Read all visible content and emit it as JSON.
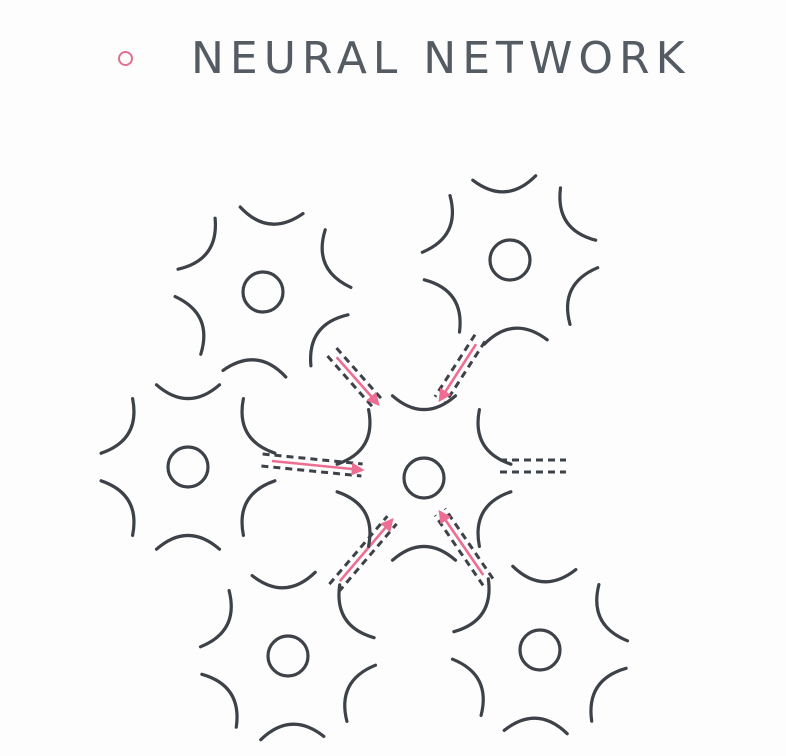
{
  "slide": {
    "title": "NEURAL NETWORK"
  },
  "colors": {
    "neuron_stroke": "#3d4248",
    "arrow": "#ee6d92",
    "bullet": "#e0708f",
    "title_text": "#555b62"
  },
  "diagram": {
    "neurons": [
      {
        "name": "neuron-top-left",
        "role": "input"
      },
      {
        "name": "neuron-top-right",
        "role": "input"
      },
      {
        "name": "neuron-middle-left",
        "role": "input"
      },
      {
        "name": "neuron-center",
        "role": "target"
      },
      {
        "name": "neuron-bottom-left",
        "role": "input"
      },
      {
        "name": "neuron-bottom-right",
        "role": "input"
      }
    ],
    "connections": [
      {
        "name": "connection-top-left",
        "from": "neuron-top-left",
        "to": "neuron-center"
      },
      {
        "name": "connection-top-right",
        "from": "neuron-top-right",
        "to": "neuron-center"
      },
      {
        "name": "connection-middle-left",
        "from": "neuron-middle-left",
        "to": "neuron-center"
      },
      {
        "name": "connection-bottom-left",
        "from": "neuron-bottom-left",
        "to": "neuron-center"
      },
      {
        "name": "connection-bottom-right",
        "from": "neuron-bottom-right",
        "to": "neuron-center"
      },
      {
        "name": "connection-right-outgoing",
        "from": "neuron-center",
        "to": ""
      }
    ]
  }
}
